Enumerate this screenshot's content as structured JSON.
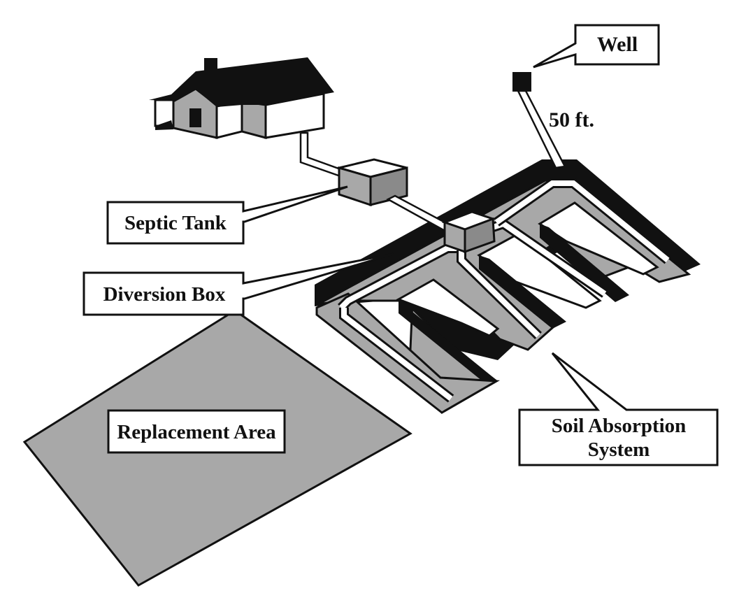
{
  "title": "Septic system layout",
  "colors": {
    "black": "#111111",
    "gray": "#a8a8a8",
    "dark_gray": "#8a8a8a",
    "white": "#ffffff"
  },
  "labels": {
    "well": "Well",
    "distance": "50 ft.",
    "septic_tank": "Septic Tank",
    "diversion_box": "Diversion Box",
    "replacement_area": "Replacement Area",
    "soil_absorption_line1": "Soil Absorption",
    "soil_absorption_line2": "System"
  }
}
